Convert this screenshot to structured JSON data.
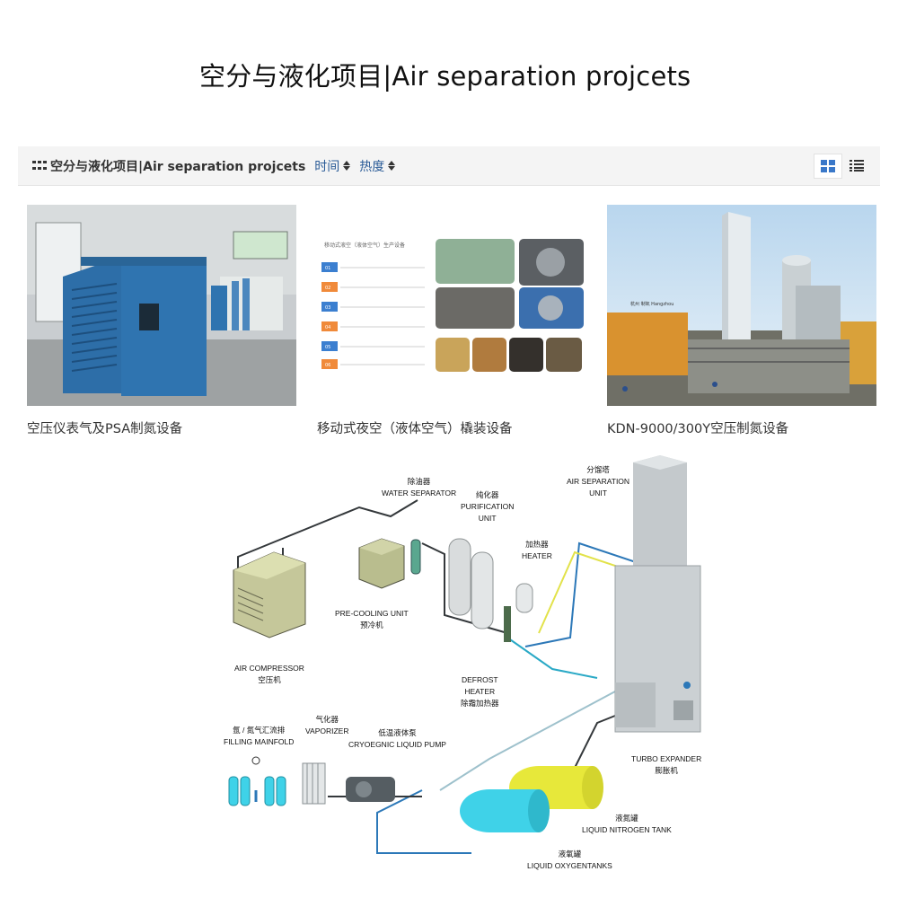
{
  "page": {
    "title": "空分与液化项目|Air separation projcets"
  },
  "toolbar": {
    "category_title": "空分与液化项目|Air separation projcets",
    "sort_time": "时间",
    "sort_heat": "热度"
  },
  "cards": [
    {
      "caption": "空压仪表气及PSA制氮设备"
    },
    {
      "caption": "移动式夜空（液体空气）橇装设备"
    },
    {
      "caption": "KDN-9000/300Y空压制氮设备"
    }
  ],
  "card2_image": {
    "heading": "移动式液空（液体空气）生产设备",
    "steps": [
      "01",
      "02",
      "03",
      "04",
      "05",
      "06"
    ]
  },
  "card3_image": {
    "sign": "杭州 制氧 Hangzhou"
  },
  "diagram": {
    "labels": {
      "water_separator": [
        "除油器",
        "WATER SEPARATOR"
      ],
      "purification": [
        "纯化器",
        "PURIFICATION",
        "UNIT"
      ],
      "heater": [
        "加热器",
        "HEATER"
      ],
      "air_separation": [
        "分馏塔",
        "AIR SEPARATION",
        "UNIT"
      ],
      "pre_cooling": [
        "PRE-COOLING UNIT",
        "预冷机"
      ],
      "air_compressor": [
        "AIR COMPRESSOR",
        "空压机"
      ],
      "defrost": [
        "DEFROST",
        "HEATER",
        "除霜加热器"
      ],
      "filling_manifold": [
        "氩 / 氮气汇流排",
        "FILLING MAINFOLD"
      ],
      "vaporizer": [
        "气化器",
        "VAPORIZER"
      ],
      "pump": [
        "低温液体泵",
        "CRYOEGNIC LIQUID PUMP"
      ],
      "turbo_expander": [
        "TURBO EXPANDER",
        "膨胀机"
      ],
      "liquid_nitrogen": [
        "液氮罐",
        "LIQUID NITROGEN TANK"
      ],
      "liquid_oxygen": [
        "液氧罐",
        "LIQUID OXYGENTANKS"
      ]
    }
  },
  "colors": {
    "link_blue": "#2a5b97",
    "view_active_blue": "#3a78c9",
    "compressor_blue": "#2f6fa8",
    "tank_yellow": "#e7e83a",
    "tank_cyan": "#3fd2e8"
  },
  "icons": {
    "grid_view": "grid-view-icon",
    "list_view": "list-view-icon",
    "category": "grid-dots-icon",
    "sort": "sort-arrows-icon"
  }
}
